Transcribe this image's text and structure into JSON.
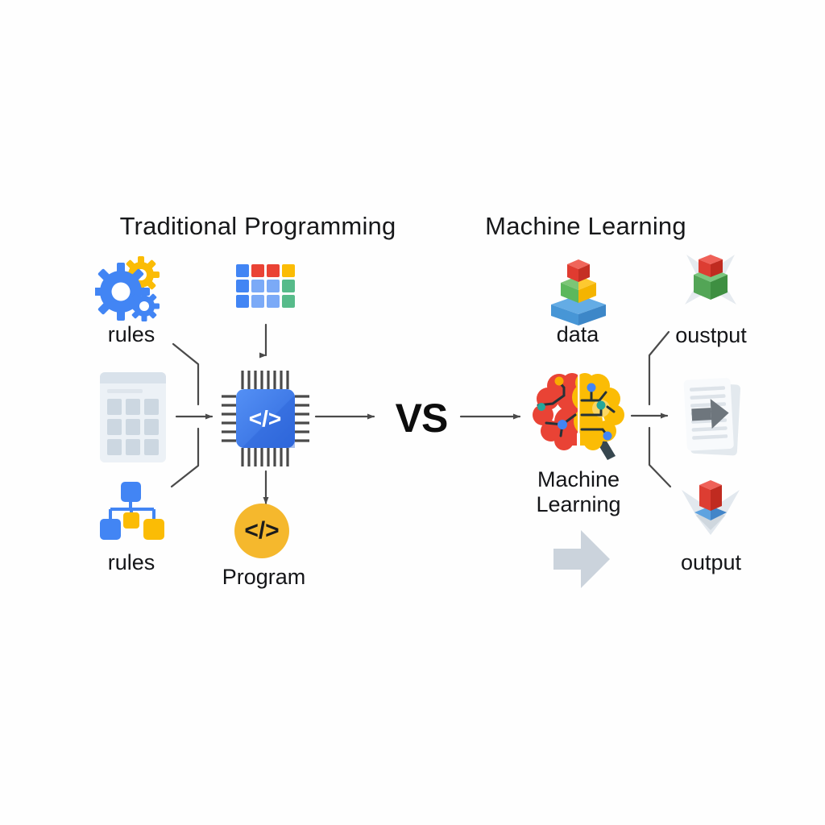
{
  "diagram": {
    "title_left": "Traditional Programming",
    "title_right": "Machine Learning",
    "vs": "VS",
    "left": {
      "rules_top_label": "rules",
      "rules_bottom_label": "rules",
      "program_label": "Program",
      "chip_symbol": "</>",
      "program_symbol": "</>"
    },
    "right": {
      "data_label": "data",
      "ml_line1": "Machine",
      "ml_line2": "Learning",
      "output_top_label": "oustput",
      "output_bottom_label": "output"
    }
  },
  "icon_names": [
    "gears-icon",
    "color-grid-icon",
    "spreadsheet-icon",
    "chip-code-icon",
    "flowchart-icon",
    "program-circle-icon",
    "data-pyramid-icon",
    "brain-icon",
    "gray-arrow-right-icon",
    "star-cubes-icon",
    "document-arrow-icon",
    "pedestal-cubes-icon"
  ],
  "grid_icon": {
    "cells": [
      "#4285F4",
      "#EA4335",
      "#EA4335",
      "#FBBC05",
      "#4285F4",
      "#7BAAF7",
      "#7BAAF7",
      "#57BB8A",
      "#4285F4",
      "#7BAAF7",
      "#7BAAF7",
      "#57BB8A"
    ]
  },
  "colors": {
    "google_blue": "#4285F4",
    "google_red": "#EA4335",
    "google_yellow": "#FBBC05",
    "google_green": "#57BB8A",
    "light_blue": "#7BAAF7",
    "connector_gray": "#4A4A4A",
    "text_dark": "#17181A",
    "program_circle_yellow": "#F5B82D",
    "gray_arrow": "#CBD3DC",
    "brain_red": "#E94335",
    "brain_yellow": "#FBBC05"
  }
}
